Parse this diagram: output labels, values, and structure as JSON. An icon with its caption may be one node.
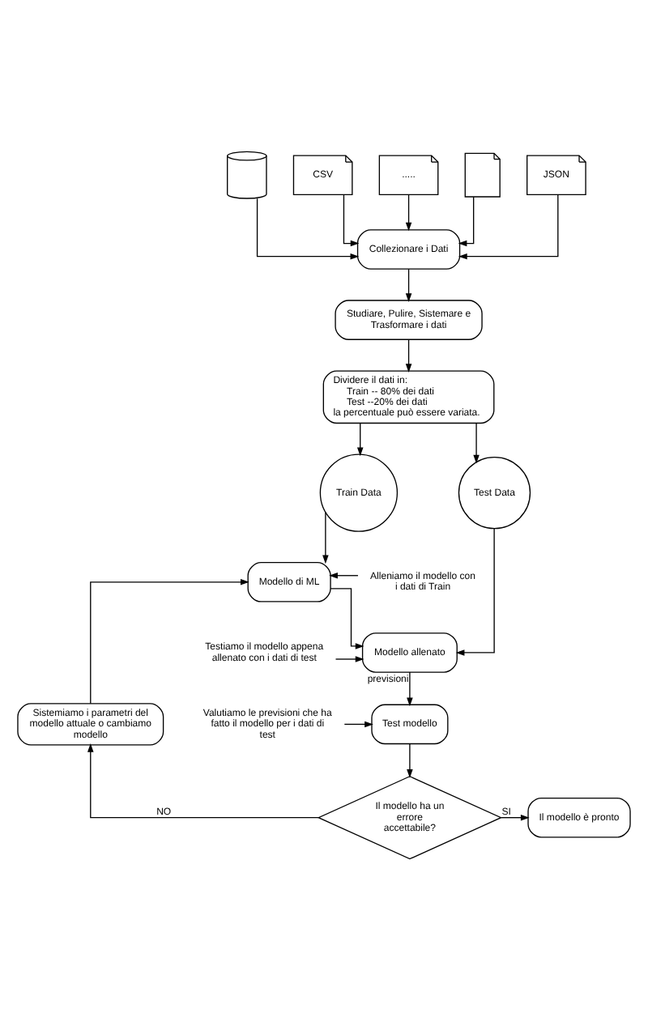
{
  "diagram": {
    "nodes": [
      {
        "text": [],
        "shape": "cylinder"
      },
      {
        "text": [
          "CSV"
        ]
      },
      {
        "text": [
          "....."
        ]
      },
      {
        "text": [],
        "shape": "document"
      },
      {
        "text": [
          "JSON"
        ]
      },
      {
        "text": [
          "Collezionare i Dati"
        ]
      },
      {
        "text": [
          "Studiare, Pulire, Sistemare e Trasformare i dati"
        ]
      },
      {
        "text": [
          "Dividere il dati in:",
          "Train -- 80% dei dati",
          "Test --20% dei dati",
          "la percentuale può essere variata."
        ]
      },
      {
        "text": [
          "Train Data"
        ]
      },
      {
        "text": [
          "Test Data"
        ]
      },
      {
        "text": [
          "Modello di ML"
        ]
      },
      {
        "text": [
          "Alleniamo il modello con i dati di Train"
        ]
      },
      {
        "text": [
          "Modello allenato"
        ]
      },
      {
        "text": [
          "Testiamo il modello appena allenato con i dati di test"
        ]
      },
      {
        "text": [
          "Test modello"
        ]
      },
      {
        "text": [
          "Valutiamo le previsioni che ha fatto il modello per i dati di test"
        ]
      },
      {
        "text": [
          "Sistemiamo i parametri del modello attuale o cambiamo modello"
        ]
      },
      {
        "text": [
          "Il modello ha un errore accettabile?"
        ]
      },
      {
        "text": [
          "Il modello è pronto"
        ]
      }
    ],
    "edges": [
      {
        "from": 0,
        "to": 5,
        "arrow": "to"
      },
      {
        "from": 1,
        "to": 5,
        "arrow": "to"
      },
      {
        "from": 2,
        "to": 5,
        "arrow": "to"
      },
      {
        "from": 3,
        "to": 5,
        "arrow": "to"
      },
      {
        "from": 4,
        "to": 5,
        "arrow": "to"
      },
      {
        "from": 5,
        "to": 6,
        "arrow": "to"
      },
      {
        "from": 6,
        "to": 7,
        "arrow": "to"
      },
      {
        "from": 7,
        "to": 8,
        "arrow": "to"
      },
      {
        "from": 7,
        "to": 9,
        "arrow": "to"
      },
      {
        "from": 8,
        "to": 10,
        "arrow": "to"
      },
      {
        "from": 11,
        "to": 10,
        "arrow": "to"
      },
      {
        "from": 10,
        "to": 12,
        "arrow": "to"
      },
      {
        "from": 9,
        "to": 12,
        "arrow": "to"
      },
      {
        "from": 13,
        "to": 12,
        "arrow": "to"
      },
      {
        "from": 12,
        "to": 14,
        "arrow": "to",
        "label": "previsioni"
      },
      {
        "from": 15,
        "to": 14,
        "arrow": "to"
      },
      {
        "from": 14,
        "to": 17,
        "arrow": "to"
      },
      {
        "from": 17,
        "to": 16,
        "arrow": "to",
        "label": "NO"
      },
      {
        "from": 17,
        "to": 18,
        "arrow": "to",
        "label": "SI"
      },
      {
        "from": 16,
        "to": 10,
        "arrow": "to"
      }
    ]
  }
}
